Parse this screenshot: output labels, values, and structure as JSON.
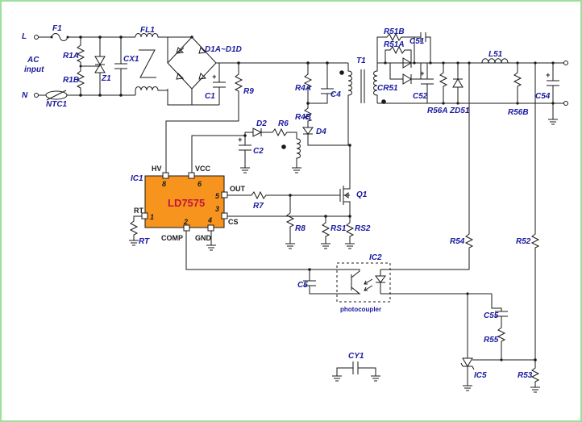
{
  "diagram": {
    "input": {
      "line": "L",
      "neutral": "N",
      "ac_label_1": "AC",
      "ac_label_2": "input"
    },
    "ic1": {
      "ref": "IC1",
      "part": "LD7575",
      "pins": {
        "hv": {
          "name": "HV",
          "num": "8"
        },
        "vcc": {
          "name": "VCC",
          "num": "6"
        },
        "out": {
          "name": "OUT",
          "num": "5"
        },
        "cs": {
          "name": "CS",
          "num": "3"
        },
        "rt": {
          "name": "RT",
          "num": "1"
        },
        "comp": {
          "name": "COMP",
          "num": "2"
        },
        "gnd": {
          "name": "GND",
          "num": "4"
        }
      }
    },
    "ic2": {
      "ref": "IC2",
      "caption": "photocoupler"
    },
    "components": {
      "F1": "F1",
      "R1A": "R1A",
      "R1B": "R1B",
      "NTC1": "NTC1",
      "Z1": "Z1",
      "CX1": "CX1",
      "FL1": "FL1",
      "D1": "D1A~D1D",
      "C1": "C1",
      "R9": "R9",
      "R4A": "R4A",
      "R4B": "R4B",
      "C4": "C4",
      "D4": "D4",
      "T1": "T1",
      "D2": "D2",
      "R6": "R6",
      "C2": "C2",
      "R7": "R7",
      "Q1": "Q1",
      "R8": "R8",
      "RS1": "RS1",
      "RS2": "RS2",
      "RT": "RT",
      "C5": "C5",
      "R51B": "R51B",
      "R51A": "R51A",
      "C51": "C51",
      "CR51": "CR51",
      "C52": "C52",
      "R56A": "R56A",
      "ZD51": "ZD51",
      "L51": "L51",
      "R56B": "R56B",
      "C54": "C54",
      "R54": "R54",
      "R52": "R52",
      "C55": "C55",
      "R55": "R55",
      "IC5": "IC5",
      "R53": "R53",
      "CY1": "CY1"
    }
  }
}
